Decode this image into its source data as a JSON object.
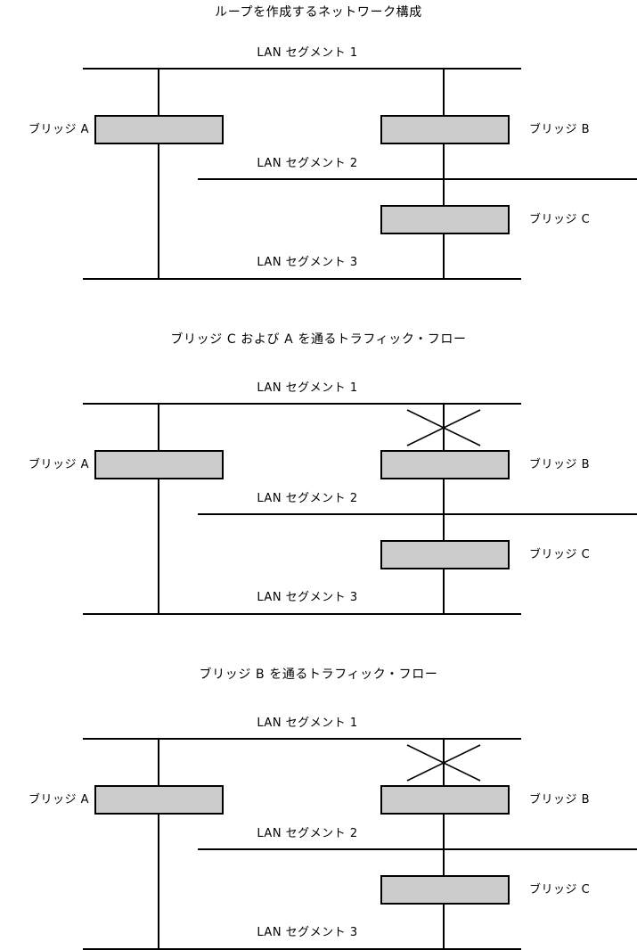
{
  "figures": [
    {
      "title": "ループを作成するネットワーク構成",
      "segments": [
        {
          "label": "LAN セグメント 1"
        },
        {
          "label": "LAN セグメント 2"
        },
        {
          "label": "LAN セグメント 3"
        }
      ],
      "bridges": [
        {
          "label": "ブリッジ A"
        },
        {
          "label": "ブリッジ B"
        },
        {
          "label": "ブリッジ C"
        }
      ],
      "blocked_link": false
    },
    {
      "title": "ブリッジ C および A を通るトラフィック・フロー",
      "segments": [
        {
          "label": "LAN セグメント 1"
        },
        {
          "label": "LAN セグメント 2"
        },
        {
          "label": "LAN セグメント 3"
        }
      ],
      "bridges": [
        {
          "label": "ブリッジ A"
        },
        {
          "label": "ブリッジ B"
        },
        {
          "label": "ブリッジ C"
        }
      ],
      "blocked_link": true
    },
    {
      "title": "ブリッジ B を通るトラフィック・フロー",
      "segments": [
        {
          "label": "LAN セグメント 1"
        },
        {
          "label": "LAN セグメント 2"
        },
        {
          "label": "LAN セグメント 3"
        }
      ],
      "bridges": [
        {
          "label": "ブリッジ A"
        },
        {
          "label": "ブリッジ B"
        },
        {
          "label": "ブリッジ C"
        }
      ],
      "blocked_link": true
    }
  ],
  "colors": {
    "bridge_fill": "#cccccc",
    "line": "#000000",
    "background": "#ffffff"
  }
}
